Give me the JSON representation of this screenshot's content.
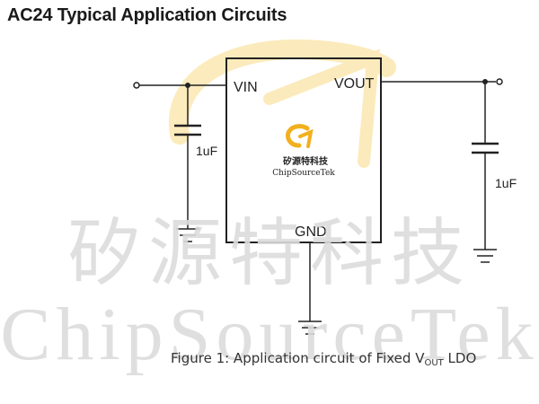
{
  "header": {
    "title": "AC24 Typical Application Circuits"
  },
  "watermark": {
    "cn": "矽源特科技",
    "en": "ChipSourceTek",
    "colors": {
      "logo": "#f6c63f",
      "text": "#dcdcdc"
    }
  },
  "circuit": {
    "pins": {
      "vin": "VIN",
      "vout": "VOUT",
      "gnd": "GND"
    },
    "cap_in": "1uF",
    "cap_out": "1uF",
    "logo_cn": "矽源特科技",
    "logo_en": "ChipSourceTek"
  },
  "caption": {
    "prefix": "Figure 1: Application circuit of Fixed V",
    "sub": "OUT",
    "suffix": " LDO"
  },
  "colors": {
    "line": "#222222",
    "logo": "#f2b01e"
  }
}
